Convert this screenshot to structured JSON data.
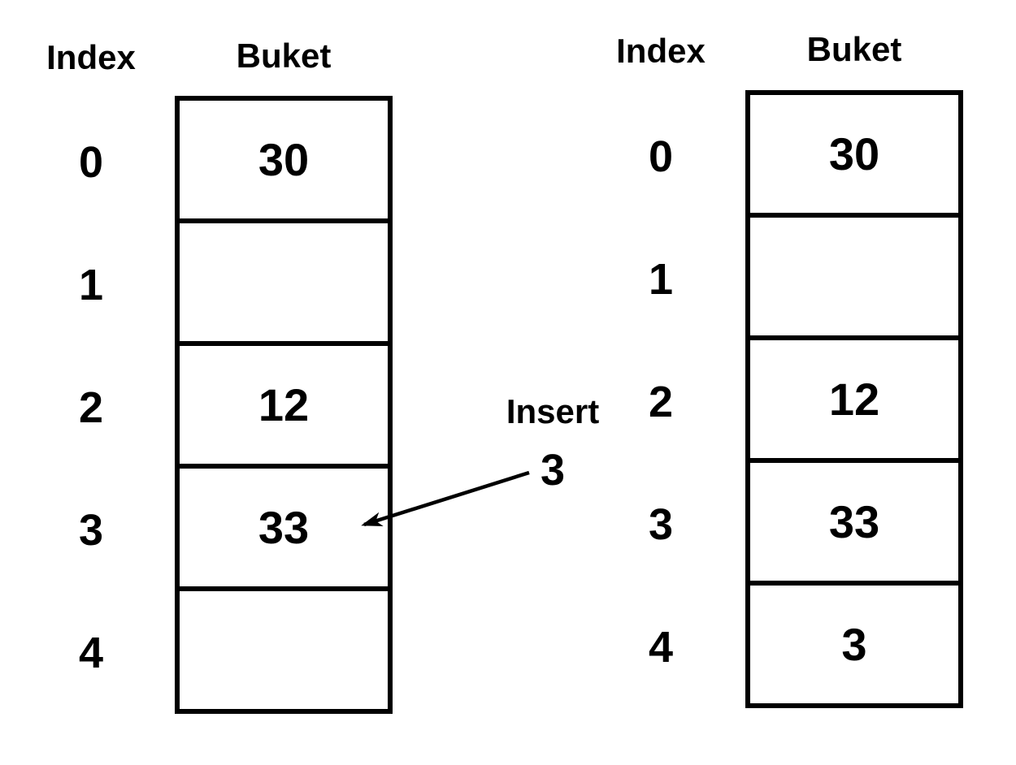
{
  "left_diagram": {
    "index_header": "Index",
    "bucket_header": "Buket",
    "rows": [
      {
        "index": "0",
        "value": "30"
      },
      {
        "index": "1",
        "value": ""
      },
      {
        "index": "2",
        "value": "12"
      },
      {
        "index": "3",
        "value": "33"
      },
      {
        "index": "4",
        "value": ""
      }
    ]
  },
  "right_diagram": {
    "index_header": "Index",
    "bucket_header": "Buket",
    "rows": [
      {
        "index": "0",
        "value": "30"
      },
      {
        "index": "1",
        "value": ""
      },
      {
        "index": "2",
        "value": "12"
      },
      {
        "index": "3",
        "value": "33"
      },
      {
        "index": "4",
        "value": "3"
      }
    ]
  },
  "annotation": {
    "label": "Insert",
    "value": "3",
    "arrow_points_to": "left table index 3 (occupied by 33)"
  },
  "colors": {
    "ink": "#000000",
    "background": "#ffffff"
  }
}
